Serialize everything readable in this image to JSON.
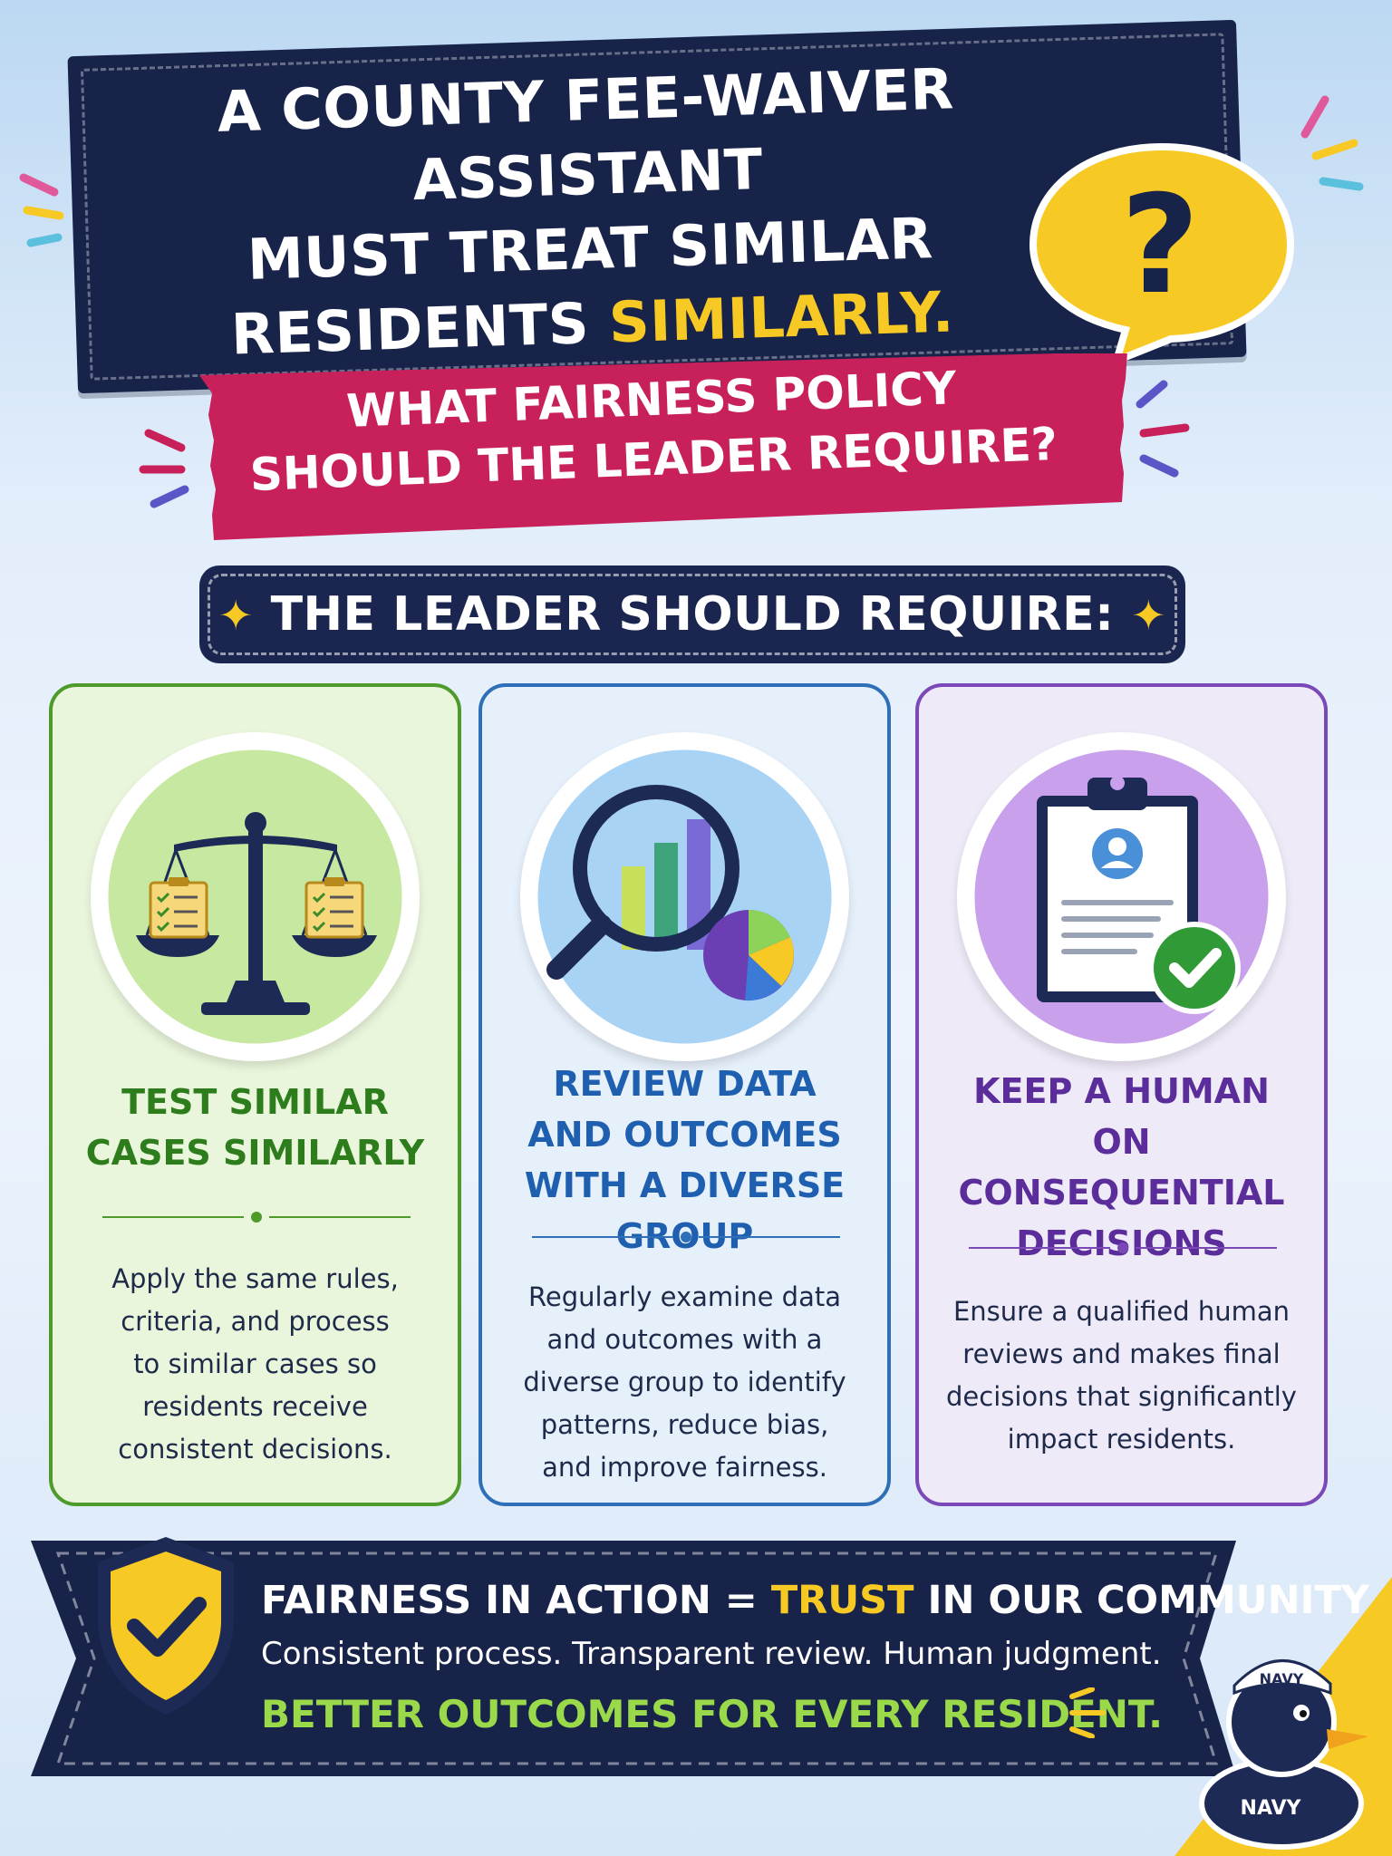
{
  "title": {
    "line1": "A COUNTY FEE-WAIVER ASSISTANT",
    "line2": "MUST TREAT SIMILAR",
    "line3_prefix": "RESIDENTS ",
    "line3_highlight": "SIMILARLY."
  },
  "bubble": {
    "symbol": "?"
  },
  "subtitle": {
    "line1": "WHAT FAIRNESS POLICY",
    "line2": "SHOULD THE LEADER REQUIRE?"
  },
  "require": {
    "label": "THE LEADER SHOULD REQUIRE:",
    "sparkle": "✦"
  },
  "cards": [
    {
      "title_lines": [
        "TEST SIMILAR",
        "CASES SIMILARLY"
      ],
      "desc_lines": [
        "Apply the same rules,",
        "criteria, and process",
        "to similar cases so",
        "residents receive",
        "consistent decisions."
      ],
      "icon": "scales-icon",
      "accent": "#4e9a2a"
    },
    {
      "title_lines": [
        "REVIEW DATA",
        "AND OUTCOMES",
        "WITH A DIVERSE GROUP"
      ],
      "desc_lines": [
        "Regularly examine data",
        "and outcomes with a",
        "diverse group to identify",
        "patterns, reduce bias,",
        "and improve fairness."
      ],
      "icon": "magnifier-chart-icon",
      "accent": "#2f6fb8"
    },
    {
      "title_lines": [
        "KEEP A HUMAN",
        "ON CONSEQUENTIAL",
        "DECISIONS"
      ],
      "desc_lines": [
        "Ensure a qualified human",
        "reviews and makes final",
        "decisions that significantly",
        "impact residents."
      ],
      "icon": "clipboard-check-icon",
      "accent": "#7b48b8"
    }
  ],
  "bottom": {
    "line1_prefix": "FAIRNESS IN ACTION = ",
    "line1_highlight": "TRUST",
    "line1_suffix": " IN OUR COMMUNITY",
    "line2": "Consistent process. Transparent review. Human judgment.",
    "line3": "BETTER OUTCOMES FOR EVERY RESIDENT."
  },
  "duck": {
    "hat_label": "NAVY",
    "body_label": "NAVY"
  },
  "colors": {
    "navy": "#18234a",
    "crimson": "#c8205a",
    "yellow": "#f7c925",
    "green": "#4e9a2a",
    "blue": "#2f6fb8",
    "purple": "#7b48b8",
    "lime": "#9ad94a"
  }
}
